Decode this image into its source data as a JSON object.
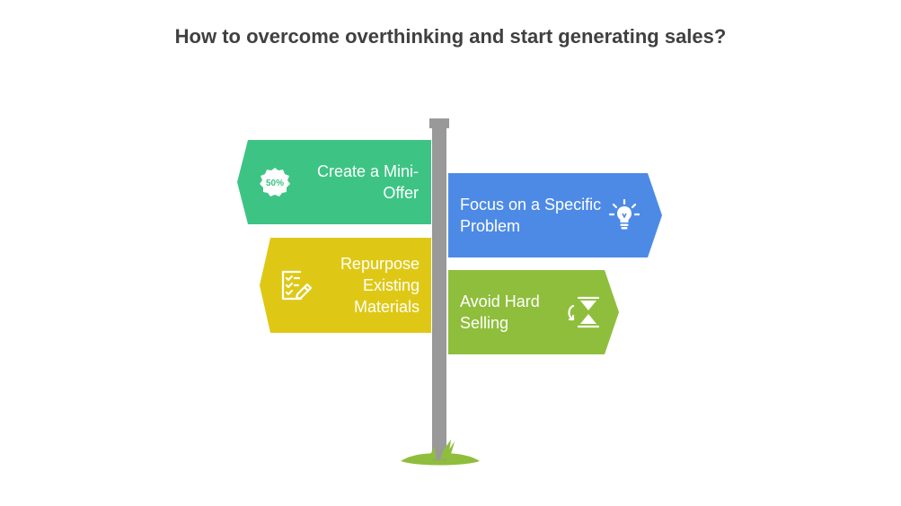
{
  "title": "How to overcome overthinking and start generating sales?",
  "signs": [
    {
      "label": "Create a Mini-Offer",
      "color": "#3dc484",
      "icon": "fifty-percent-badge-icon"
    },
    {
      "label": "Focus on a Specific Problem",
      "color": "#4d8ae6",
      "icon": "lightbulb-icon"
    },
    {
      "label": "Repurpose Existing Materials",
      "color": "#dfc815",
      "icon": "checklist-edit-icon"
    },
    {
      "label": "Avoid Hard Selling",
      "color": "#8fbe3c",
      "icon": "rotate-compress-icon"
    }
  ],
  "badge_text": "50%",
  "colors": {
    "pole": "#999999",
    "grass": "#8fbe3c",
    "title": "#404040"
  }
}
